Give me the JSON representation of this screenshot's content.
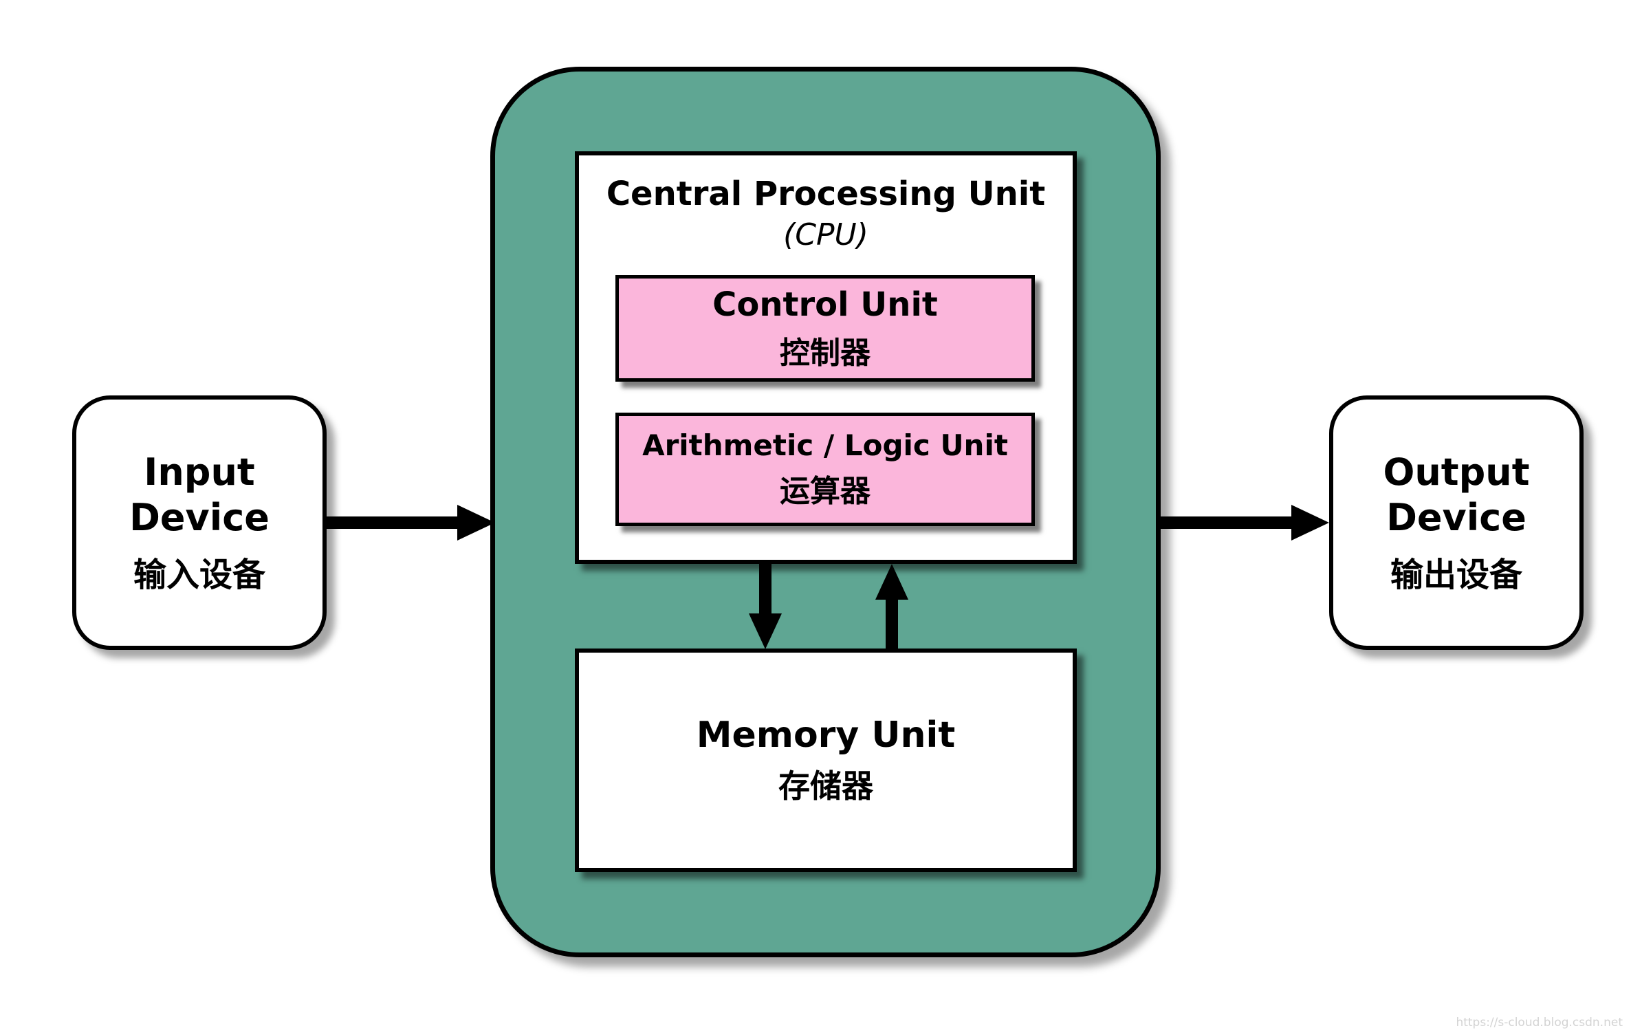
{
  "colors": {
    "teal": "#5FA693",
    "pink": "#FBB6DB"
  },
  "input_device": {
    "line1": "Input",
    "line2": "Device",
    "zh": "输入设备"
  },
  "output_device": {
    "line1": "Output",
    "line2": "Device",
    "zh": "输出设备"
  },
  "cpu": {
    "title": "Central Processing Unit",
    "subtitle": "(CPU)"
  },
  "control_unit": {
    "en": "Control Unit",
    "zh": "控制器"
  },
  "alu": {
    "en": "Arithmetic / Logic Unit",
    "zh": "运算器"
  },
  "memory": {
    "en": "Memory Unit",
    "zh": "存储器"
  },
  "watermark": "https://s-cloud.blog.csdn.net"
}
